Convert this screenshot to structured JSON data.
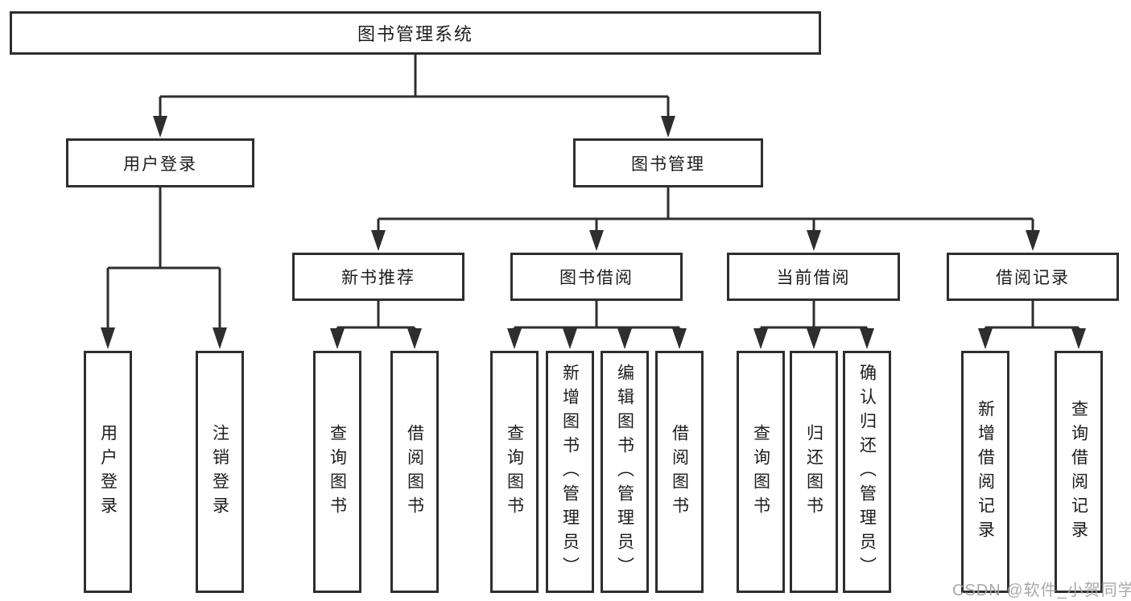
{
  "nodes": {
    "root": "图书管理系统",
    "level2": {
      "user_login": "用户登录",
      "book_management": "图书管理"
    },
    "level3": {
      "new_book_recommend": "新书推荐",
      "book_borrow": "图书借阅",
      "current_borrow": "当前借阅",
      "borrow_records": "借阅记录"
    },
    "level4": {
      "user_login_children": [
        "用户登录",
        "注销登录"
      ],
      "new_book_children": [
        "查询图书",
        "借阅图书"
      ],
      "book_borrow_children": [
        "查询图书",
        "新增图书（管理员）",
        "编辑图书（管理员）",
        "借阅图书"
      ],
      "current_borrow_children": [
        "查询图书",
        "归还图书",
        "确认归还（管理员）"
      ],
      "borrow_records_children": [
        "新增借阅记录",
        "查询借阅记录"
      ]
    }
  },
  "watermark": "CSDN @软件_小贺同学",
  "colors": {
    "line": "#2e2e2e",
    "text": "#1c1c1c",
    "background": "#ffffff",
    "watermark": "#9fa3a6"
  }
}
